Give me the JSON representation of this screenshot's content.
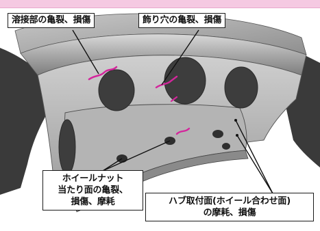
{
  "labels": {
    "weld": "溶接部の亀裂、損傷",
    "hole": "飾り穴の亀裂、損傷",
    "nut_line1": "ホイールナット",
    "nut_line2": "当たり面の亀裂、",
    "nut_line3": "損傷、摩耗",
    "hub_line1": "ハブ取付面(ホイール合わせ面)",
    "hub_line2": "の摩耗、損傷"
  },
  "colors": {
    "header_band": "#f5c9e2",
    "crack_mark": "#d4269c",
    "tire_dark": "#3a3a3a",
    "wheel_metal": "#b9b9b9",
    "leader_line": "#111111"
  }
}
